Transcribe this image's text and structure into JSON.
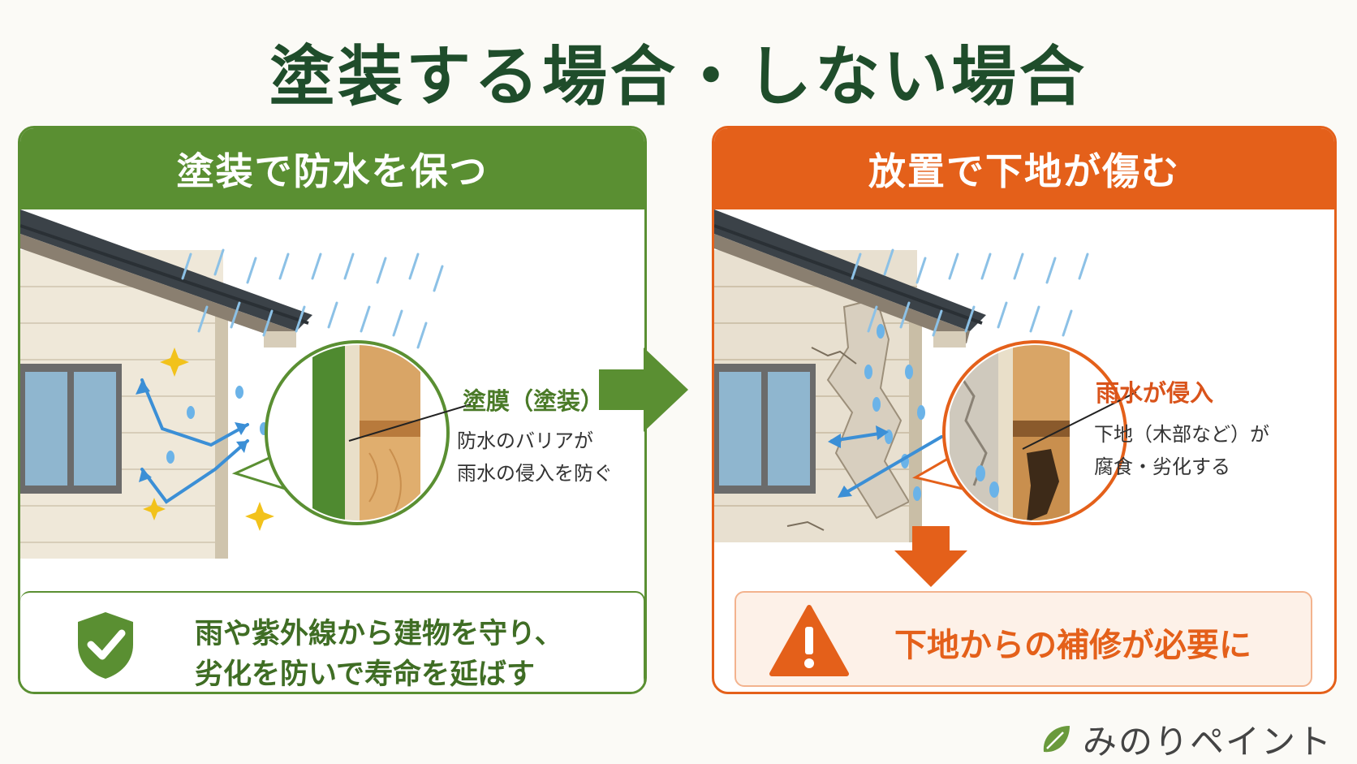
{
  "title": "塗装する場合・しない場合",
  "left": {
    "header": "塗装で防水を保つ",
    "callout_main": "塗膜（塗装）",
    "callout_sub": [
      "防水のバリアが",
      "雨水の侵入を防ぐ"
    ],
    "footer": [
      "雨や紫外線から建物を守り、",
      "劣化を防いで寿命を延ばす"
    ]
  },
  "right": {
    "header": "放置で下地が傷む",
    "callout_main": "雨水が侵入",
    "callout_sub": [
      "下地（木部など）が",
      "腐食・劣化する"
    ],
    "footer": "下地からの補修が必要に"
  },
  "brand": "みのりペイント",
  "colors": {
    "green": "#5a8f32",
    "orange": "#e4601a",
    "title": "#1f4d2b"
  },
  "icons": [
    "shield-check-icon",
    "warning-triangle-icon",
    "leaf-icon",
    "right-arrow-icon",
    "down-arrow-icon",
    "sparkle-icon",
    "raindrop-icon"
  ]
}
